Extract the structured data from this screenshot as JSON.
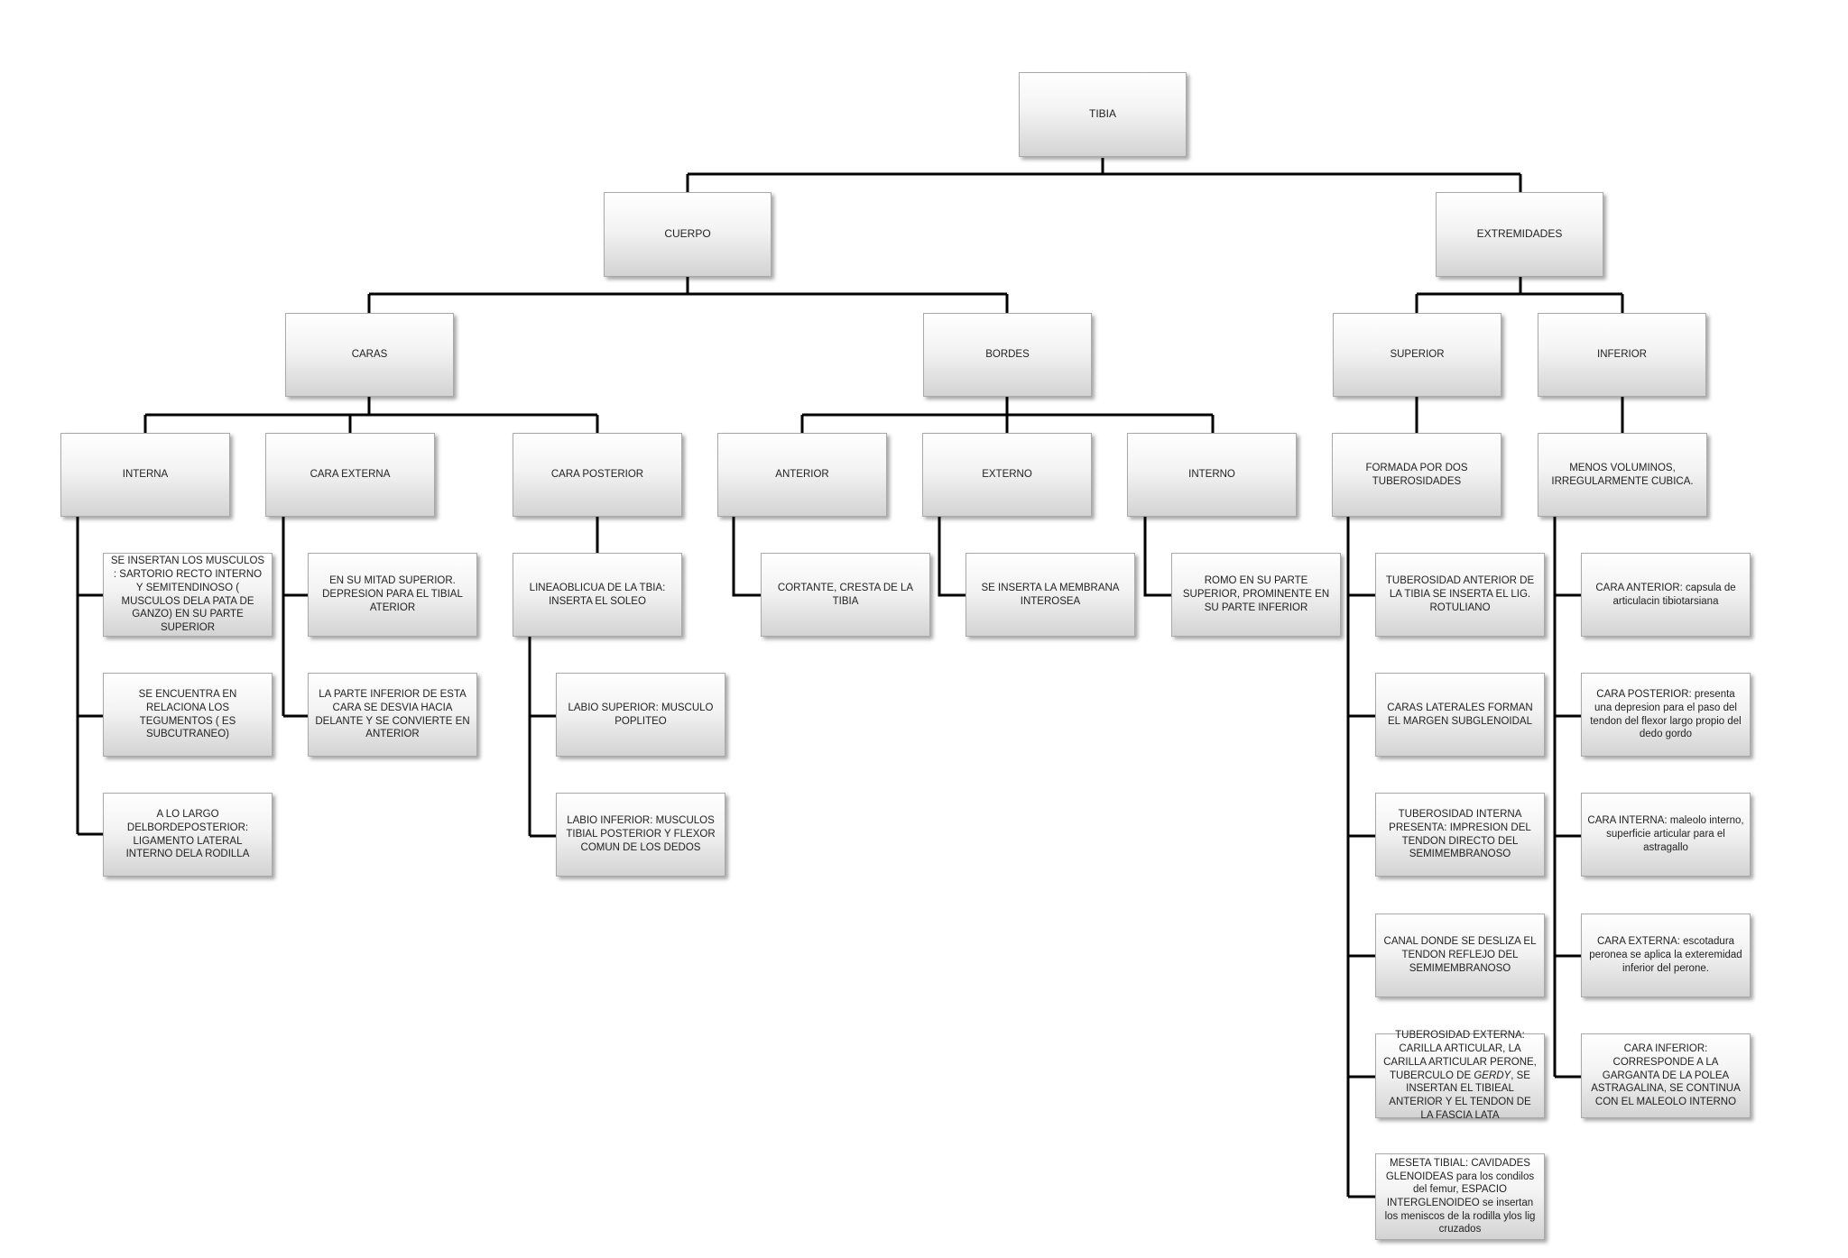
{
  "diagram": {
    "root": "TIBIA",
    "cuerpo": "CUERPO",
    "extremidades": "EXTREMIDADES",
    "caras": "CARAS",
    "bordes": "BORDES",
    "superior": "SUPERIOR",
    "inferior": "INFERIOR",
    "interna": "INTERNA",
    "cara_externa": "CARA EXTERNA",
    "cara_posterior": "CARA POSTERIOR",
    "anterior": "ANTERIOR",
    "externo": "EXTERNO",
    "interno": "INTERNO",
    "formada": "FORMADA POR DOS TUBEROSIDADES",
    "menos_voluminos": "MENOS VOLUMINOS, IRREGULARMENTE CUBICA.",
    "interna_1": "SE INSERTAN LOS MUSCULOS : SARTORIO RECTO INTERNO Y SEMITENDINOSO ( MUSCULOS DELA PATA DE GANZO) EN SU PARTE SUPERIOR",
    "interna_2": "SE ENCUENTRA EN RELACIONA LOS TEGUMENTOS ( ES SUBCUTRANEO)",
    "interna_3": "A LO LARGO DELBORDEPOSTERIOR: LIGAMENTO LATERAL INTERNO DELA RODILLA",
    "externa_1": "EN SU MITAD SUPERIOR. DEPRESION PARA EL TIBIAL ATERIOR",
    "externa_2": "LA PARTE INFERIOR DE ESTA CARA SE DESVIA HACIA DELANTE Y SE CONVIERTE EN ANTERIOR",
    "posterior_1": "LINEAOBLICUA DE LA TBIA: INSERTA EL SOLEO",
    "posterior_2": "LABIO SUPERIOR: MUSCULO POPLITEO",
    "posterior_3": "LABIO INFERIOR: MUSCULOS TIBIAL POSTERIOR Y FLEXOR COMUN DE LOS DEDOS",
    "anterior_1": "CORTANTE, CRESTA DE LA TIBIA",
    "externo_1": "SE INSERTA LA MEMBRANA INTEROSEA",
    "interno_1": "ROMO EN SU PARTE SUPERIOR, PROMINENTE EN SU PARTE INFERIOR",
    "sup_1": "TUBEROSIDAD ANTERIOR DE LA TIBIA SE INSERTA EL LIG. ROTULIANO",
    "sup_2": "CARAS LATERALES FORMAN EL MARGEN SUBGLENOIDAL",
    "sup_3": "TUBEROSIDAD INTERNA PRESENTA: IMPRESION DEL TENDON DIRECTO DEL SEMIMEMBRANOSO",
    "sup_4": "CANAL DONDE SE DESLIZA EL TENDON REFLEJO DEL SEMIMEMBRANOSO",
    "sup_5_a": "TUBEROSIDAD EXTERNA: CARILLA ARTICULAR, LA CARILLA ARTICULAR PERONE, TUBERCULO DE ",
    "sup_5_em": "GERDY",
    "sup_5_b": ", SE INSERTAN EL TIBIEAL ANTERIOR Y EL TENDON DE LA FASCIA LATA",
    "sup_6": "MESETA TIBIAL: CAVIDADES GLENOIDEAS para los condilos del femur, ESPACIO INTERGLENOIDEO se insertan los meniscos de la rodilla ylos lig cruzados",
    "inf_1": "CARA ANTERIOR: capsula de articulacin tibiotarsiana",
    "inf_2": "CARA POSTERIOR: presenta una depresion para el paso del tendon del flexor largo propio del dedo gordo",
    "inf_3": "CARA INTERNA: maleolo interno, superficie articular para el astragallo",
    "inf_4": "CARA EXTERNA: escotadura peronea se aplica la exteremidad inferior del perone.",
    "inf_5": "CARA INFERIOR: CORRESPONDE A LA GARGANTA DE LA POLEA ASTRAGALINA, SE CONTINUA CON EL MALEOLO INTERNO"
  }
}
